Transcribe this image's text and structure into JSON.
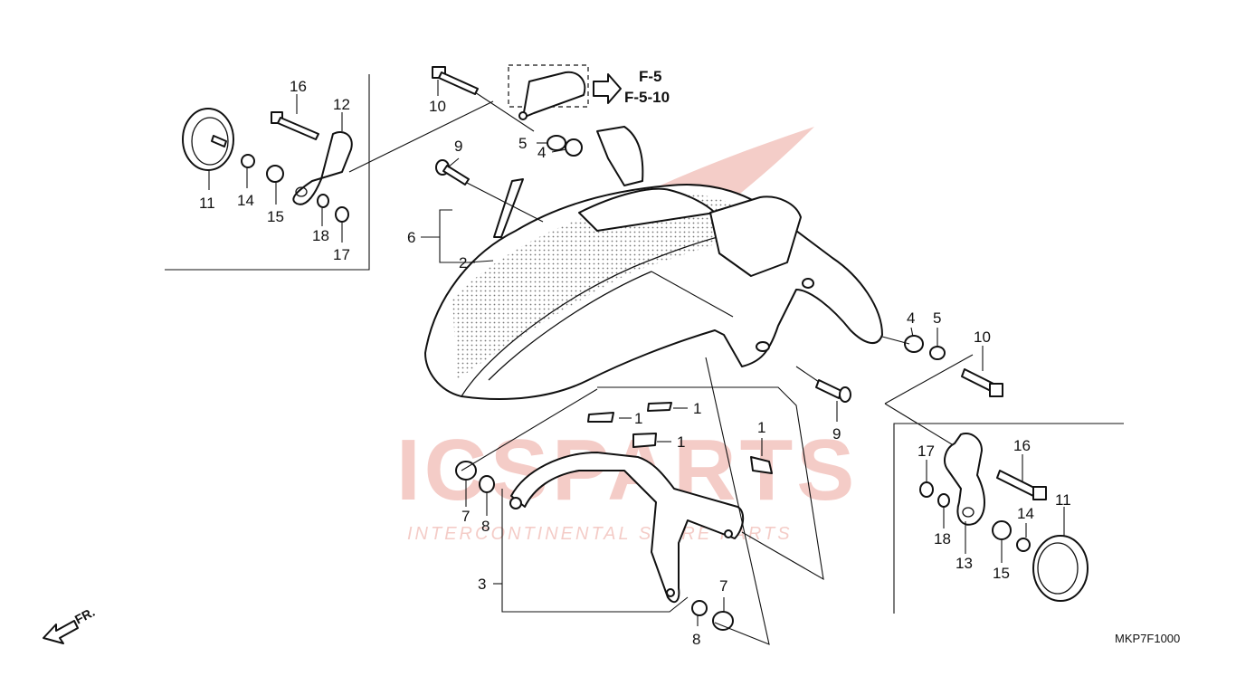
{
  "diagram_code": "MKP7F1000",
  "direction_label": "FR.",
  "reference_pages": [
    "F-5",
    "F-5-10"
  ],
  "watermark": {
    "brand": "ICSPARTS",
    "tagline": "INTERCONTINENTAL SPARE PARTS",
    "color": "#d94a3a"
  },
  "callouts": {
    "c1a": "1",
    "c1b": "1",
    "c1c": "1",
    "c1d": "1",
    "c2": "2",
    "c3": "3",
    "c4a": "4",
    "c4b": "4",
    "c5a": "5",
    "c5b": "5",
    "c6": "6",
    "c7a": "7",
    "c7b": "7",
    "c8a": "8",
    "c8b": "8",
    "c9a": "9",
    "c9b": "9",
    "c10a": "10",
    "c10b": "10",
    "c11a": "11",
    "c11b": "11",
    "c12": "12",
    "c13": "13",
    "c14a": "14",
    "c14b": "14",
    "c15a": "15",
    "c15b": "15",
    "c16a": "16",
    "c16b": "16",
    "c17a": "17",
    "c17b": "17",
    "c18a": "18",
    "c18b": "18"
  }
}
